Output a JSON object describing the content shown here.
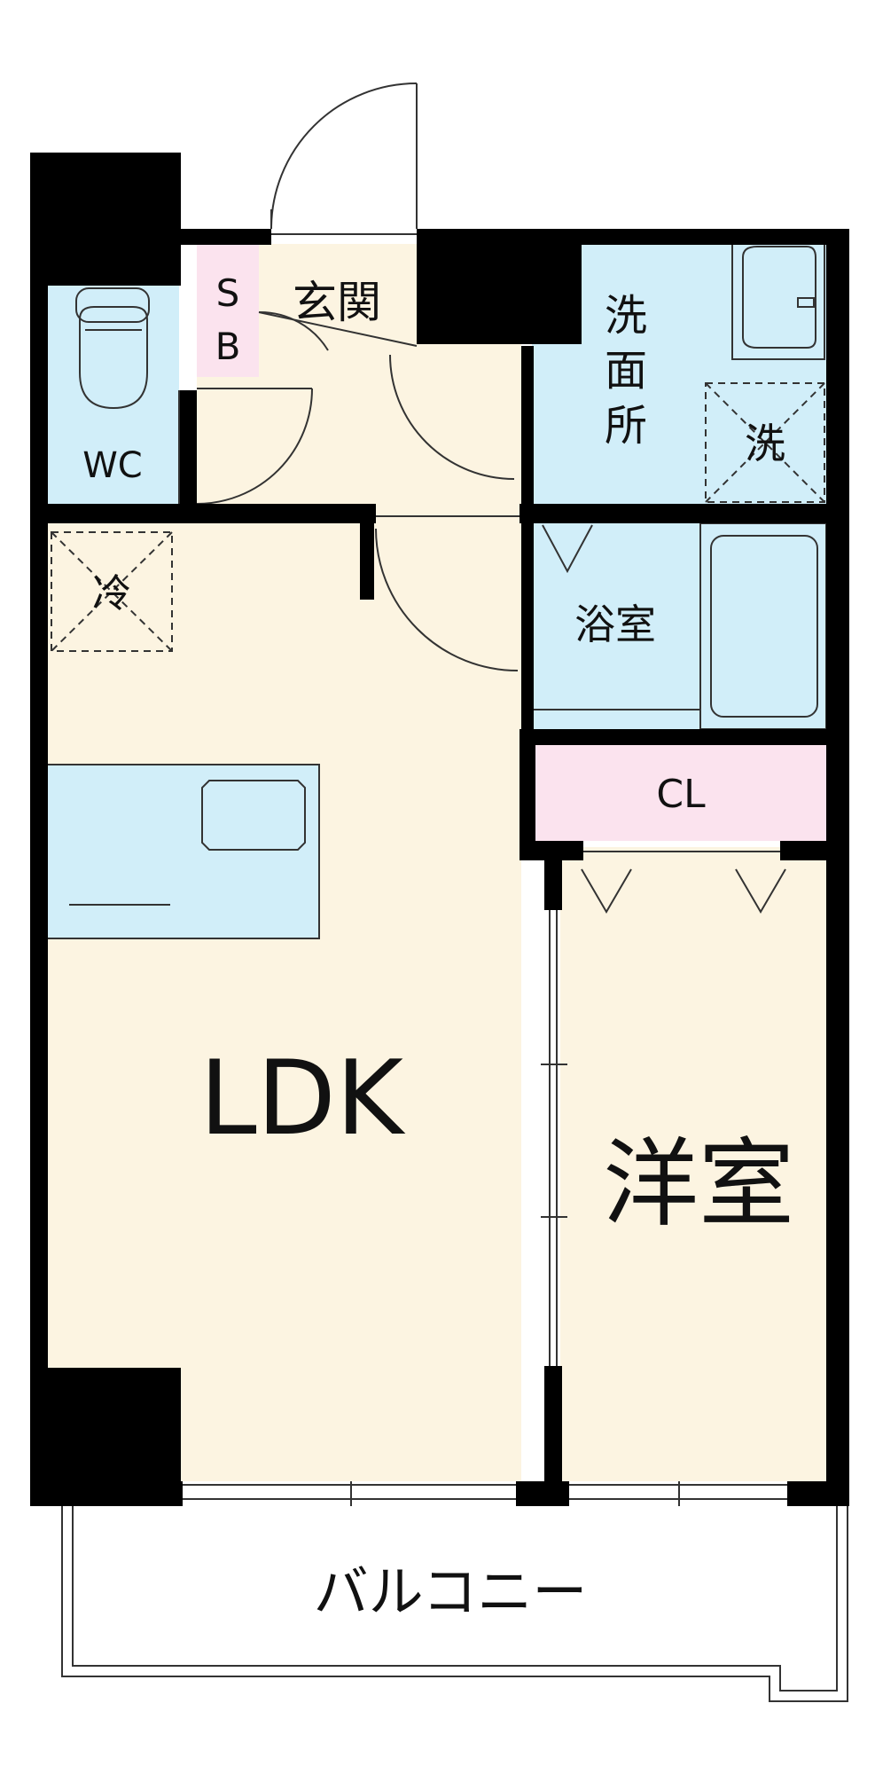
{
  "rooms": {
    "entrance": "玄関",
    "shoe_box": "SB",
    "toilet": "WC",
    "washroom": "洗面所",
    "washer_space": "洗",
    "fridge_space": "冷",
    "bathroom": "浴室",
    "closet": "CL",
    "living": "LDK",
    "western_room": "洋室",
    "balcony": "バルコニー"
  },
  "colors": {
    "wall": "#000000",
    "floor": "#fcf4e1",
    "wet_area": "#d1eef9",
    "storage": "#fbe3ee",
    "line": "#333333"
  }
}
